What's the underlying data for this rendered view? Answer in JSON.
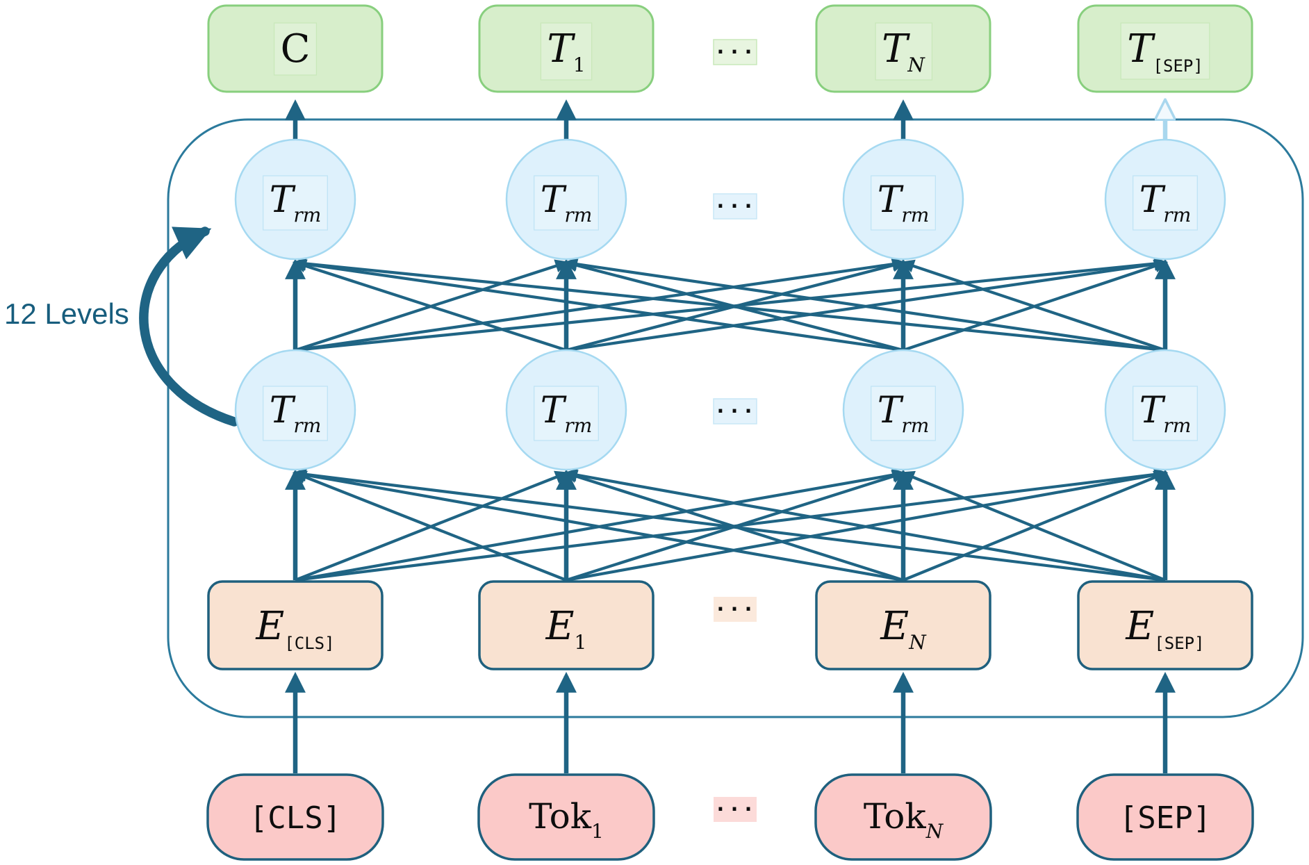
{
  "diagram": {
    "side_label": "12 Levels",
    "ellipsis": "···",
    "colors": {
      "line": "#1f6484",
      "line_light": "#a9d7ee",
      "arrow_open_fill": "#f2f9fd",
      "container_border": "#2b7a9c",
      "side_label_color": "#175d7d",
      "text": "#0d0d0d",
      "output_fill": "#d7eecb",
      "output_border": "#88cf7e",
      "output_inner": "#c9e8ba",
      "output_dots_bg": "#e8f5e0",
      "output_dots_border": "#c9e8ba",
      "trm_fill": "#def1fc",
      "trm_border": "#a5d9f1",
      "trm_inner": "#c0e4f5",
      "trm_dots_bg": "#e4f3fc",
      "trm_dots_border": "#c8e7f6",
      "embed_fill": "#f9e2d1",
      "embed_border": "#1f607e",
      "embed_dots_bg": "#fbe9dc",
      "token_fill": "#fbc9c8",
      "token_border": "#1f607e",
      "token_dots_bg": "#fcdbd9"
    },
    "columns": [
      {
        "output": {
          "main": "C"
        },
        "trm": {
          "main": "T",
          "mainItalic": true,
          "sub": "rm",
          "subItalic": true
        },
        "embed": {
          "main": "E",
          "mainItalic": true,
          "sub": "[CLS]",
          "subMono": true
        },
        "token": {
          "main": "[CLS]",
          "mainMono": true
        }
      },
      {
        "output": {
          "main": "T",
          "mainItalic": true,
          "sub": "1"
        },
        "trm": {
          "main": "T",
          "mainItalic": true,
          "sub": "rm",
          "subItalic": true
        },
        "embed": {
          "main": "E",
          "mainItalic": true,
          "sub": "1"
        },
        "token": {
          "main": "Tok",
          "sub": "1"
        }
      },
      {
        "output": {
          "main": "T",
          "mainItalic": true,
          "sub": "N",
          "subItalic": true
        },
        "trm": {
          "main": "T",
          "mainItalic": true,
          "sub": "rm",
          "subItalic": true
        },
        "embed": {
          "main": "E",
          "mainItalic": true,
          "sub": "N",
          "subItalic": true
        },
        "token": {
          "main": "Tok",
          "sub": "N",
          "subItalic": true
        }
      },
      {
        "output": {
          "main": "T",
          "mainItalic": true,
          "sub": "[SEP]",
          "subMono": true
        },
        "trm": {
          "main": "T",
          "mainItalic": true,
          "sub": "rm",
          "subItalic": true
        },
        "embed": {
          "main": "E",
          "mainItalic": true,
          "sub": "[SEP]",
          "subMono": true
        },
        "token": {
          "main": "[SEP]",
          "mainMono": true
        }
      }
    ]
  }
}
